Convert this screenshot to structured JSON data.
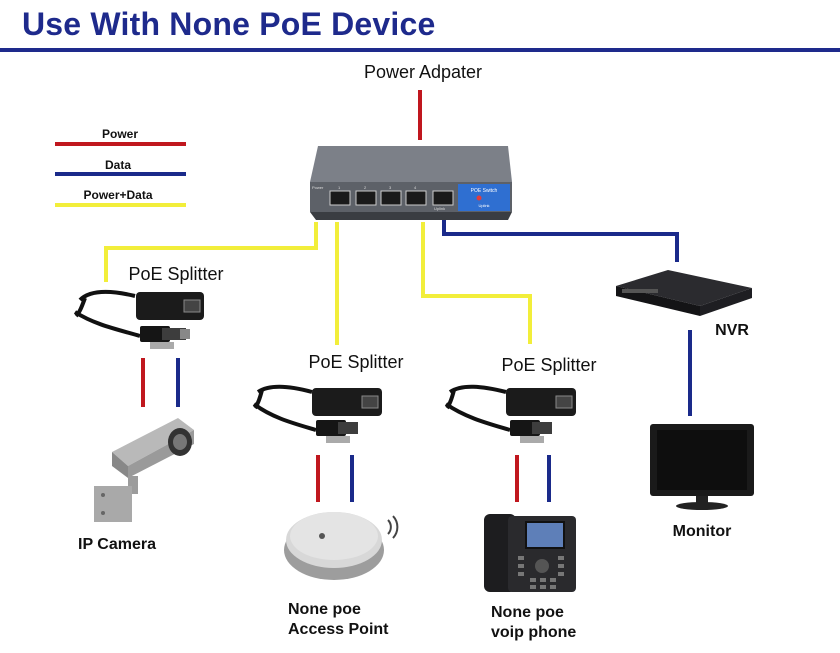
{
  "title": "Use With None PoE Device",
  "legend": [
    {
      "label": "Power",
      "color": "#c0171e"
    },
    {
      "label": "Data",
      "color": "#1a2a8a"
    },
    {
      "label": "Power+Data",
      "color": "#f2ee3a"
    }
  ],
  "colors": {
    "power": "#c0171e",
    "data": "#1a2a8a",
    "power_data": "#f2ee3a",
    "title": "#1e2a8c"
  },
  "labels": {
    "power_adapter": "Power Adpater",
    "splitter_1": "PoE Splitter",
    "splitter_2": "PoE Splitter",
    "splitter_3": "PoE Splitter",
    "nvr": "NVR",
    "monitor": "Monitor",
    "ip_camera": "IP Camera",
    "access_point_line1": "None poe",
    "access_point_line2": "Access Point",
    "voip_line1": "None poe",
    "voip_line2": "voip phone"
  },
  "switch": {
    "port_labels": [
      "Power",
      "1",
      "2",
      "3",
      "4",
      "Uplink"
    ],
    "badge_text": "POE Switch",
    "badge_sub": "Uplink"
  },
  "icons": [
    "power-adapter-icon",
    "poe-switch-icon",
    "poe-splitter-icon",
    "nvr-icon",
    "monitor-icon",
    "ip-camera-icon",
    "access-point-icon",
    "voip-phone-icon",
    "wifi-signal-icon"
  ]
}
